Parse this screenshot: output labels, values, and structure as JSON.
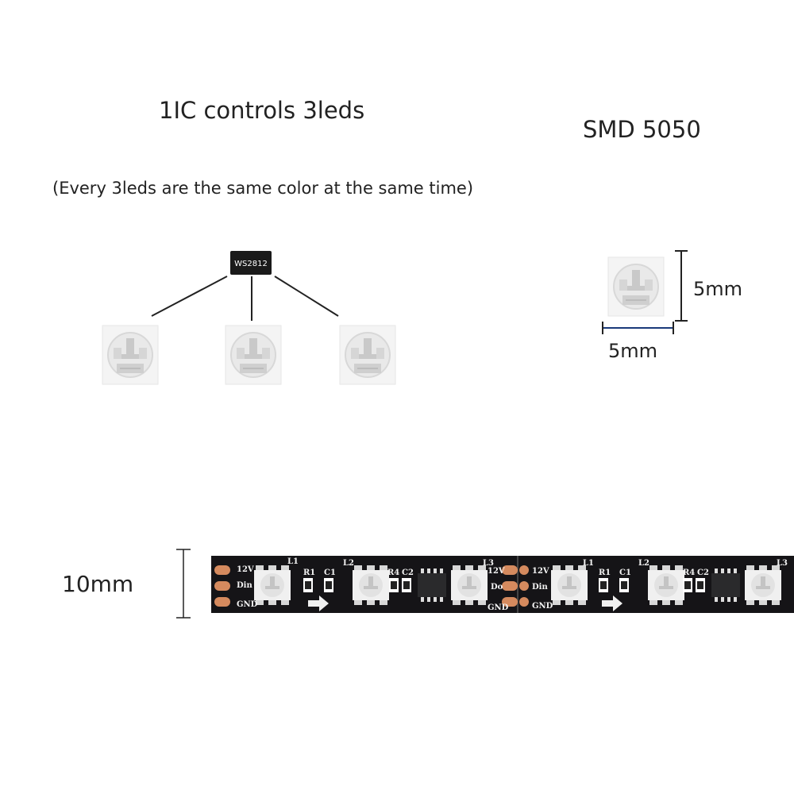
{
  "texts": {
    "title": "1IC controls 3leds",
    "smd_title": "SMD 5050",
    "subtitle": "(Every 3leds are the same color at the same time)",
    "ic_label": "WS2812",
    "dim_height": "5mm",
    "dim_width": "5mm",
    "strip_width": "10mm"
  },
  "strip": {
    "labels_left": [
      "12V",
      "Din",
      "GND"
    ],
    "labels_right": [
      "12V",
      "Do",
      "GND"
    ],
    "components": [
      "L1",
      "R1",
      "C1",
      "L2",
      "R4",
      "C2",
      "L3"
    ]
  },
  "colors": {
    "pcb": "#151417",
    "pad": "#d58a5e",
    "led_body": "#f3f3f3",
    "line": "#222222"
  }
}
